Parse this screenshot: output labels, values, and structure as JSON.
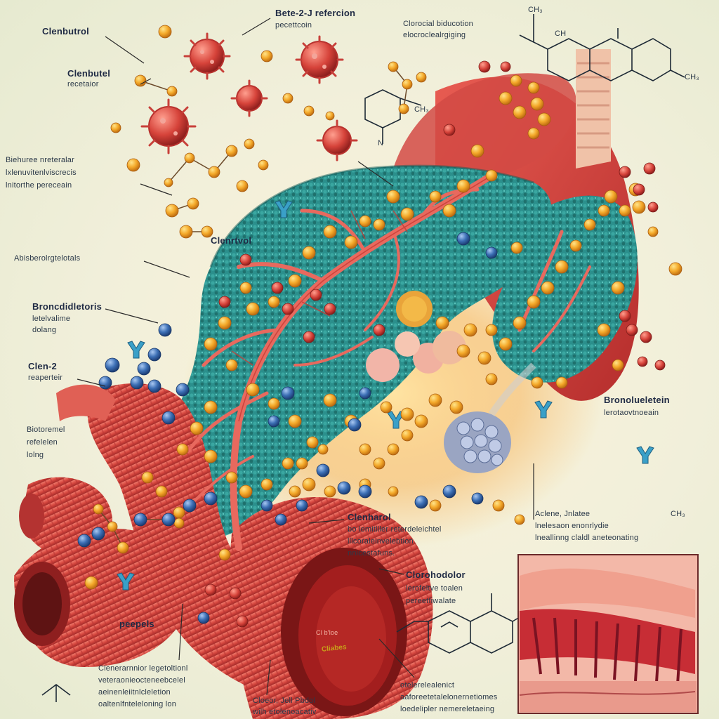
{
  "labels": {
    "clenbuterol_top": "Clenbutrol",
    "beta2_title": "Bete-2-J refercion",
    "beta2_sub": "pecettcoin",
    "clenbuterol_receptor_title": "Clenbutel",
    "clenbuterol_receptor_sub": "recetaior",
    "chemical_title": "Clorocial biducotion",
    "chemical_sub": "elocroclealrgiging",
    "ch3_top": "CH₃",
    "ch_small": "CH",
    "ch3_right": "CH₃",
    "biehuree_line1": "Biehuree nreteralar",
    "biehuree_line2": "lxlenuvitenlviscrecis",
    "biehuree_line3": "lnitorthe pereceain",
    "nh_label": "N",
    "ch3_ring": "CH₃",
    "clenbutol_mid": "Clenrtvol",
    "abisbero": "Abisberolrgtelotals",
    "bronchodilators_title": "Broncdidletoris",
    "bronchodilators_sub1": "letelvalime",
    "bronchodilators_sub2": "dolang",
    "clen2_title": "Clen-2",
    "clen2_sub": "reaperteir",
    "bronchial_line1": "Biotoremel",
    "bronchial_line2": "refelelen",
    "bronchial_line3": "lolng",
    "bronchodilation_title": "Bronolueletein",
    "bronchodilation_sub": "lerotaovtnoeain",
    "clenharol_title": "Clenharol",
    "clenharol_line1": "bo lemitiller reterdeleichtel",
    "clenharol_line2": "lllcoraleinvelebtion",
    "clenharol_line3": "nnicestafuns.",
    "aclene_line1": "Aclene, Jnlatee",
    "aclene_line2": "lnelesaon enonrlydie",
    "aclene_line3": "lneallinng claldl aneteonating",
    "ch3_lower": "CH₃",
    "clorohodolor_title": "Clorohodolor",
    "clorohodolor_line1": "lerofeltve toalen",
    "clorohodolor_line2": "pereetfiwalate",
    "peepels": "peepels",
    "cavity_tag": "Cliabes",
    "lumen_tag": "Cl b'loe",
    "bottom_left_line1": "Clenerarnnior legetoltionl",
    "bottom_left_line2": "veteraonieocteneebcelel",
    "bottom_left_line3": "aeinenleiitnlcleletion",
    "bottom_left_line4": "oaltenlfnteleloning lon",
    "bottom_mid_line1": "Cloeor, Jell Pbdol",
    "bottom_mid_line2": "wilh etolenoacativ",
    "bottom_right_line1": "otelerelealenict",
    "bottom_right_line2": "aaforeetetalelonernetiomes",
    "bottom_right_line3": "loedelipler nemereletaeing"
  },
  "colors": {
    "background": "#f3efdc",
    "muscle_red": "#d4433d",
    "tissue_teal": "#2b8f8c",
    "molecule_orange": "#f0a628",
    "molecule_blue": "#3566a8",
    "virus_red": "#d8443a",
    "text": "#2c3a4a"
  },
  "icons": [
    "virus-icon",
    "molecule-icon",
    "receptor-icon",
    "chemical-structure-icon",
    "airway-tube-icon",
    "alveoli-cluster-icon"
  ]
}
